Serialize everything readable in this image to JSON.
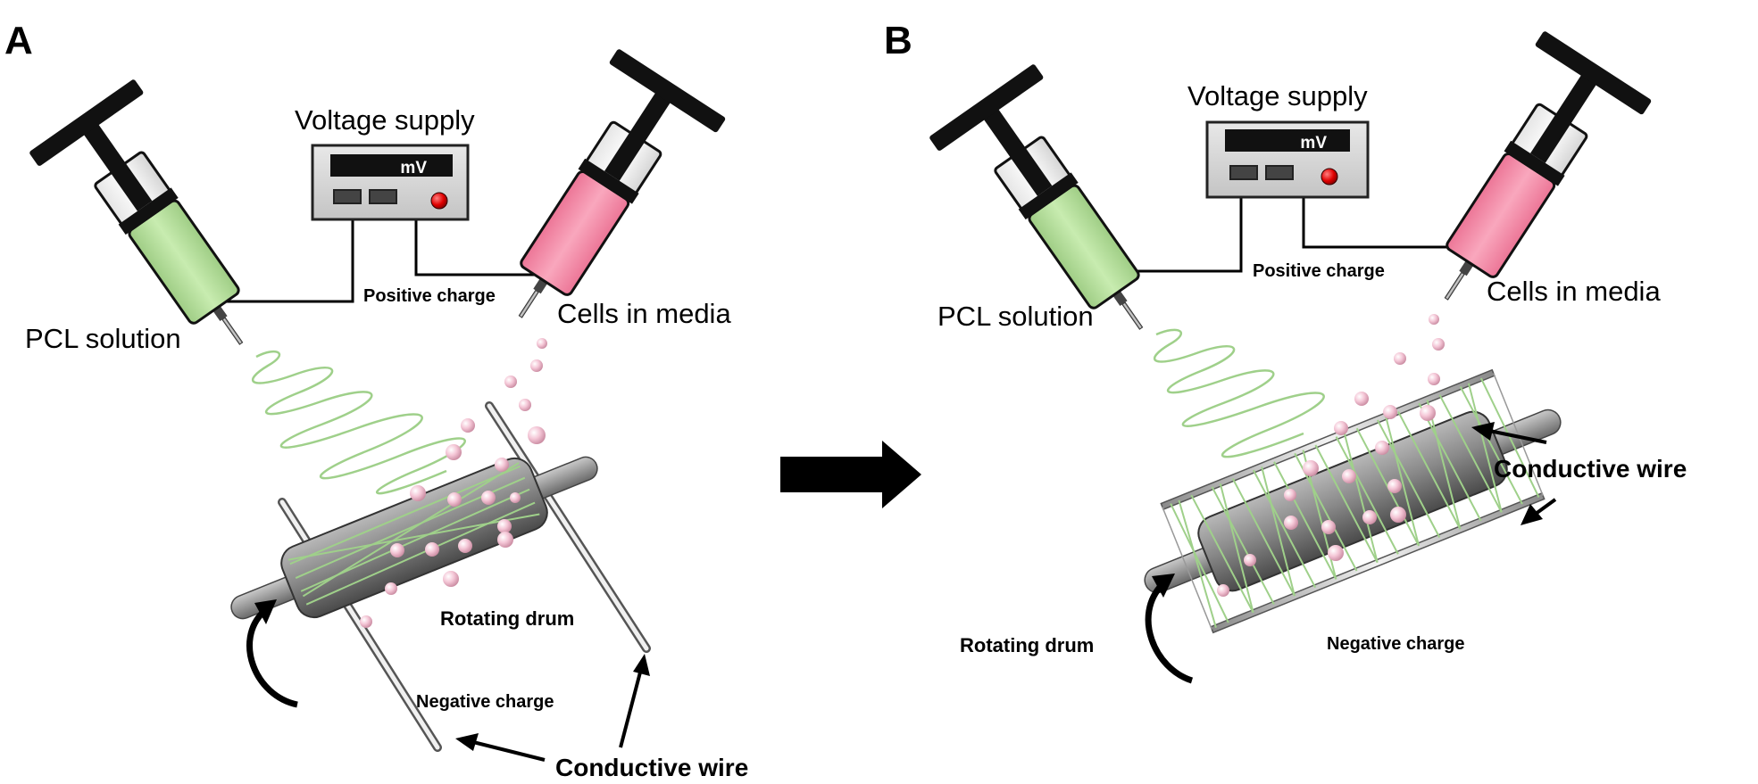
{
  "panels": [
    {
      "letter": "A",
      "voltage_supply": "Voltage supply",
      "display_unit": "mV",
      "positive_charge": "Positive charge",
      "pcl_solution": "PCL solution",
      "cells_in_media": "Cells in media",
      "rotating_drum": "Rotating drum",
      "negative_charge": "Negative charge",
      "conductive_wire": "Conductive wire"
    },
    {
      "letter": "B",
      "voltage_supply": "Voltage supply",
      "display_unit": "mV",
      "positive_charge": "Positive charge",
      "pcl_solution": "PCL solution",
      "cells_in_media": "Cells in media",
      "rotating_drum": "Rotating drum",
      "negative_charge": "Negative charge",
      "conductive_wire": "Conductive wire"
    }
  ],
  "colors": {
    "pcl_fluid": "#b3dd99",
    "cell_fluid": "#f28aa5",
    "cell_particle": "#f0bfd0",
    "fiber": "#9fd08a",
    "drum": "#777777",
    "arrow": "#000000"
  },
  "icons": [
    "syringe-icon",
    "voltage-supply-icon",
    "rotation-arrow-icon",
    "process-arrow-icon"
  ]
}
